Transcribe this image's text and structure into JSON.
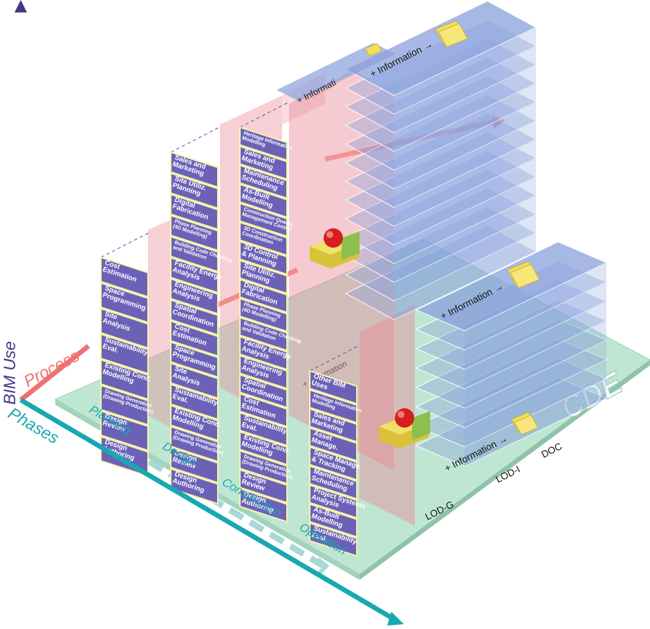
{
  "axes": {
    "vertical": "BIM Use",
    "process": "Process",
    "phases": "Phases"
  },
  "platform": {
    "label": "CDE"
  },
  "phases": [
    "Planning",
    "Design",
    "Construction",
    "Operation"
  ],
  "lod": [
    "LOD-G",
    "LOD-I",
    "DOC"
  ],
  "info_label": "+ Information",
  "info_partial": "+ Informati",
  "info_arrow": "+ Information →",
  "colors": {
    "vertical_axis": "#55509a",
    "phases_axis": "#18a8b0",
    "process_arrow": "#f07070",
    "platform": "#bfe6d2",
    "stack_cell": "#6b62b8",
    "stack_border": "#f6f2a8",
    "pink_volume": "#e88a96",
    "blue_layer": "#8aa0dc",
    "cde_text": "#ffffff"
  },
  "columns": [
    {
      "phase": "Planning",
      "items": [
        "Cost Estimation",
        "Space Programming",
        "Site Analysis",
        "Sustainability Eval.",
        "Existing Cond. Modelling",
        "Drawing Generation (Drawing Production)",
        "Design Review",
        "Design Authoring"
      ]
    },
    {
      "phase": "Design",
      "items": [
        "Sales and Marketing",
        "Site Utiliz. Planning",
        "Digital Fabrication",
        "Phase Planning (4D Modelling)",
        "Building Code Checking and Validation",
        "Facility Energy Analysis",
        "Engineering Analysis",
        "Spatial Coordination",
        "Cost Estimation",
        "Space Programming",
        "Site Analysis",
        "Sustainability Eval.",
        "Existing Cond. Modelling",
        "Drawing Generation (Drawing Production)",
        "Design Review",
        "Design Authoring"
      ]
    },
    {
      "phase": "Construction",
      "items": [
        "Heritage Information Modelling",
        "Sales and Marketing",
        "Maintenance Scheduling",
        "As-Built Modelling",
        "Construction Quality Management Control",
        "3D Construction Coordination",
        "3D Control & Planning",
        "Site Utiliz. Planning",
        "Digital Fabrication",
        "Phase Planning (4D Modelling)",
        "Building Code Checking and Validation",
        "Facility Energy Analysis",
        "Engineering Analysis",
        "Spatial Coordination",
        "Cost Estimation",
        "Sustainability Eval.",
        "Existing Cond. Modelling",
        "Drawing Generation (Drawing Production)",
        "Design Review",
        "Design Authoring"
      ]
    },
    {
      "phase": "Operation",
      "items": [
        "Other BIM Uses",
        "Heritage Information Modelling",
        "Sales and Marketing",
        "Asset Manage.",
        "Space Manage. & Tracking",
        "Maintenance Scheduling",
        "Project Systems Analysis",
        "As-Built Modelling",
        "Sustainability Eval."
      ]
    }
  ]
}
